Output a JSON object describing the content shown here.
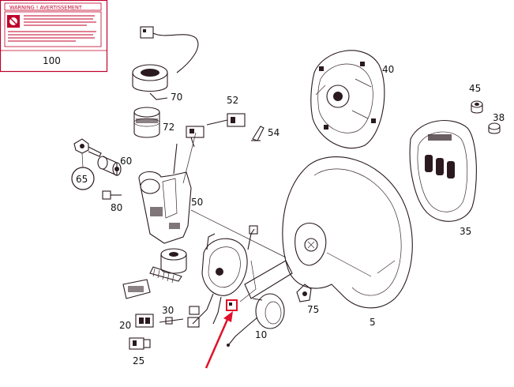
{
  "colors": {
    "line": "#2a1a1f",
    "label_frame": "#c0002a",
    "highlight": "#e0102a",
    "background": "#ffffff"
  },
  "warning_label": {
    "title": "WARNING ! AVERTISSEMENT"
  },
  "part_numbers": {
    "p100": "100",
    "p70": "70",
    "p72": "72",
    "p52": "52",
    "p54": "54",
    "p40": "40",
    "p45": "45",
    "p38": "38",
    "p35": "35",
    "p65": "65",
    "p60": "60",
    "p80": "80",
    "p50": "50",
    "p30": "30",
    "p20": "20",
    "p25": "25",
    "p75": "75",
    "p10": "10",
    "p5": "5"
  },
  "icons": {
    "arrow": "red-arrow-icon",
    "box": "highlight-box-icon"
  }
}
